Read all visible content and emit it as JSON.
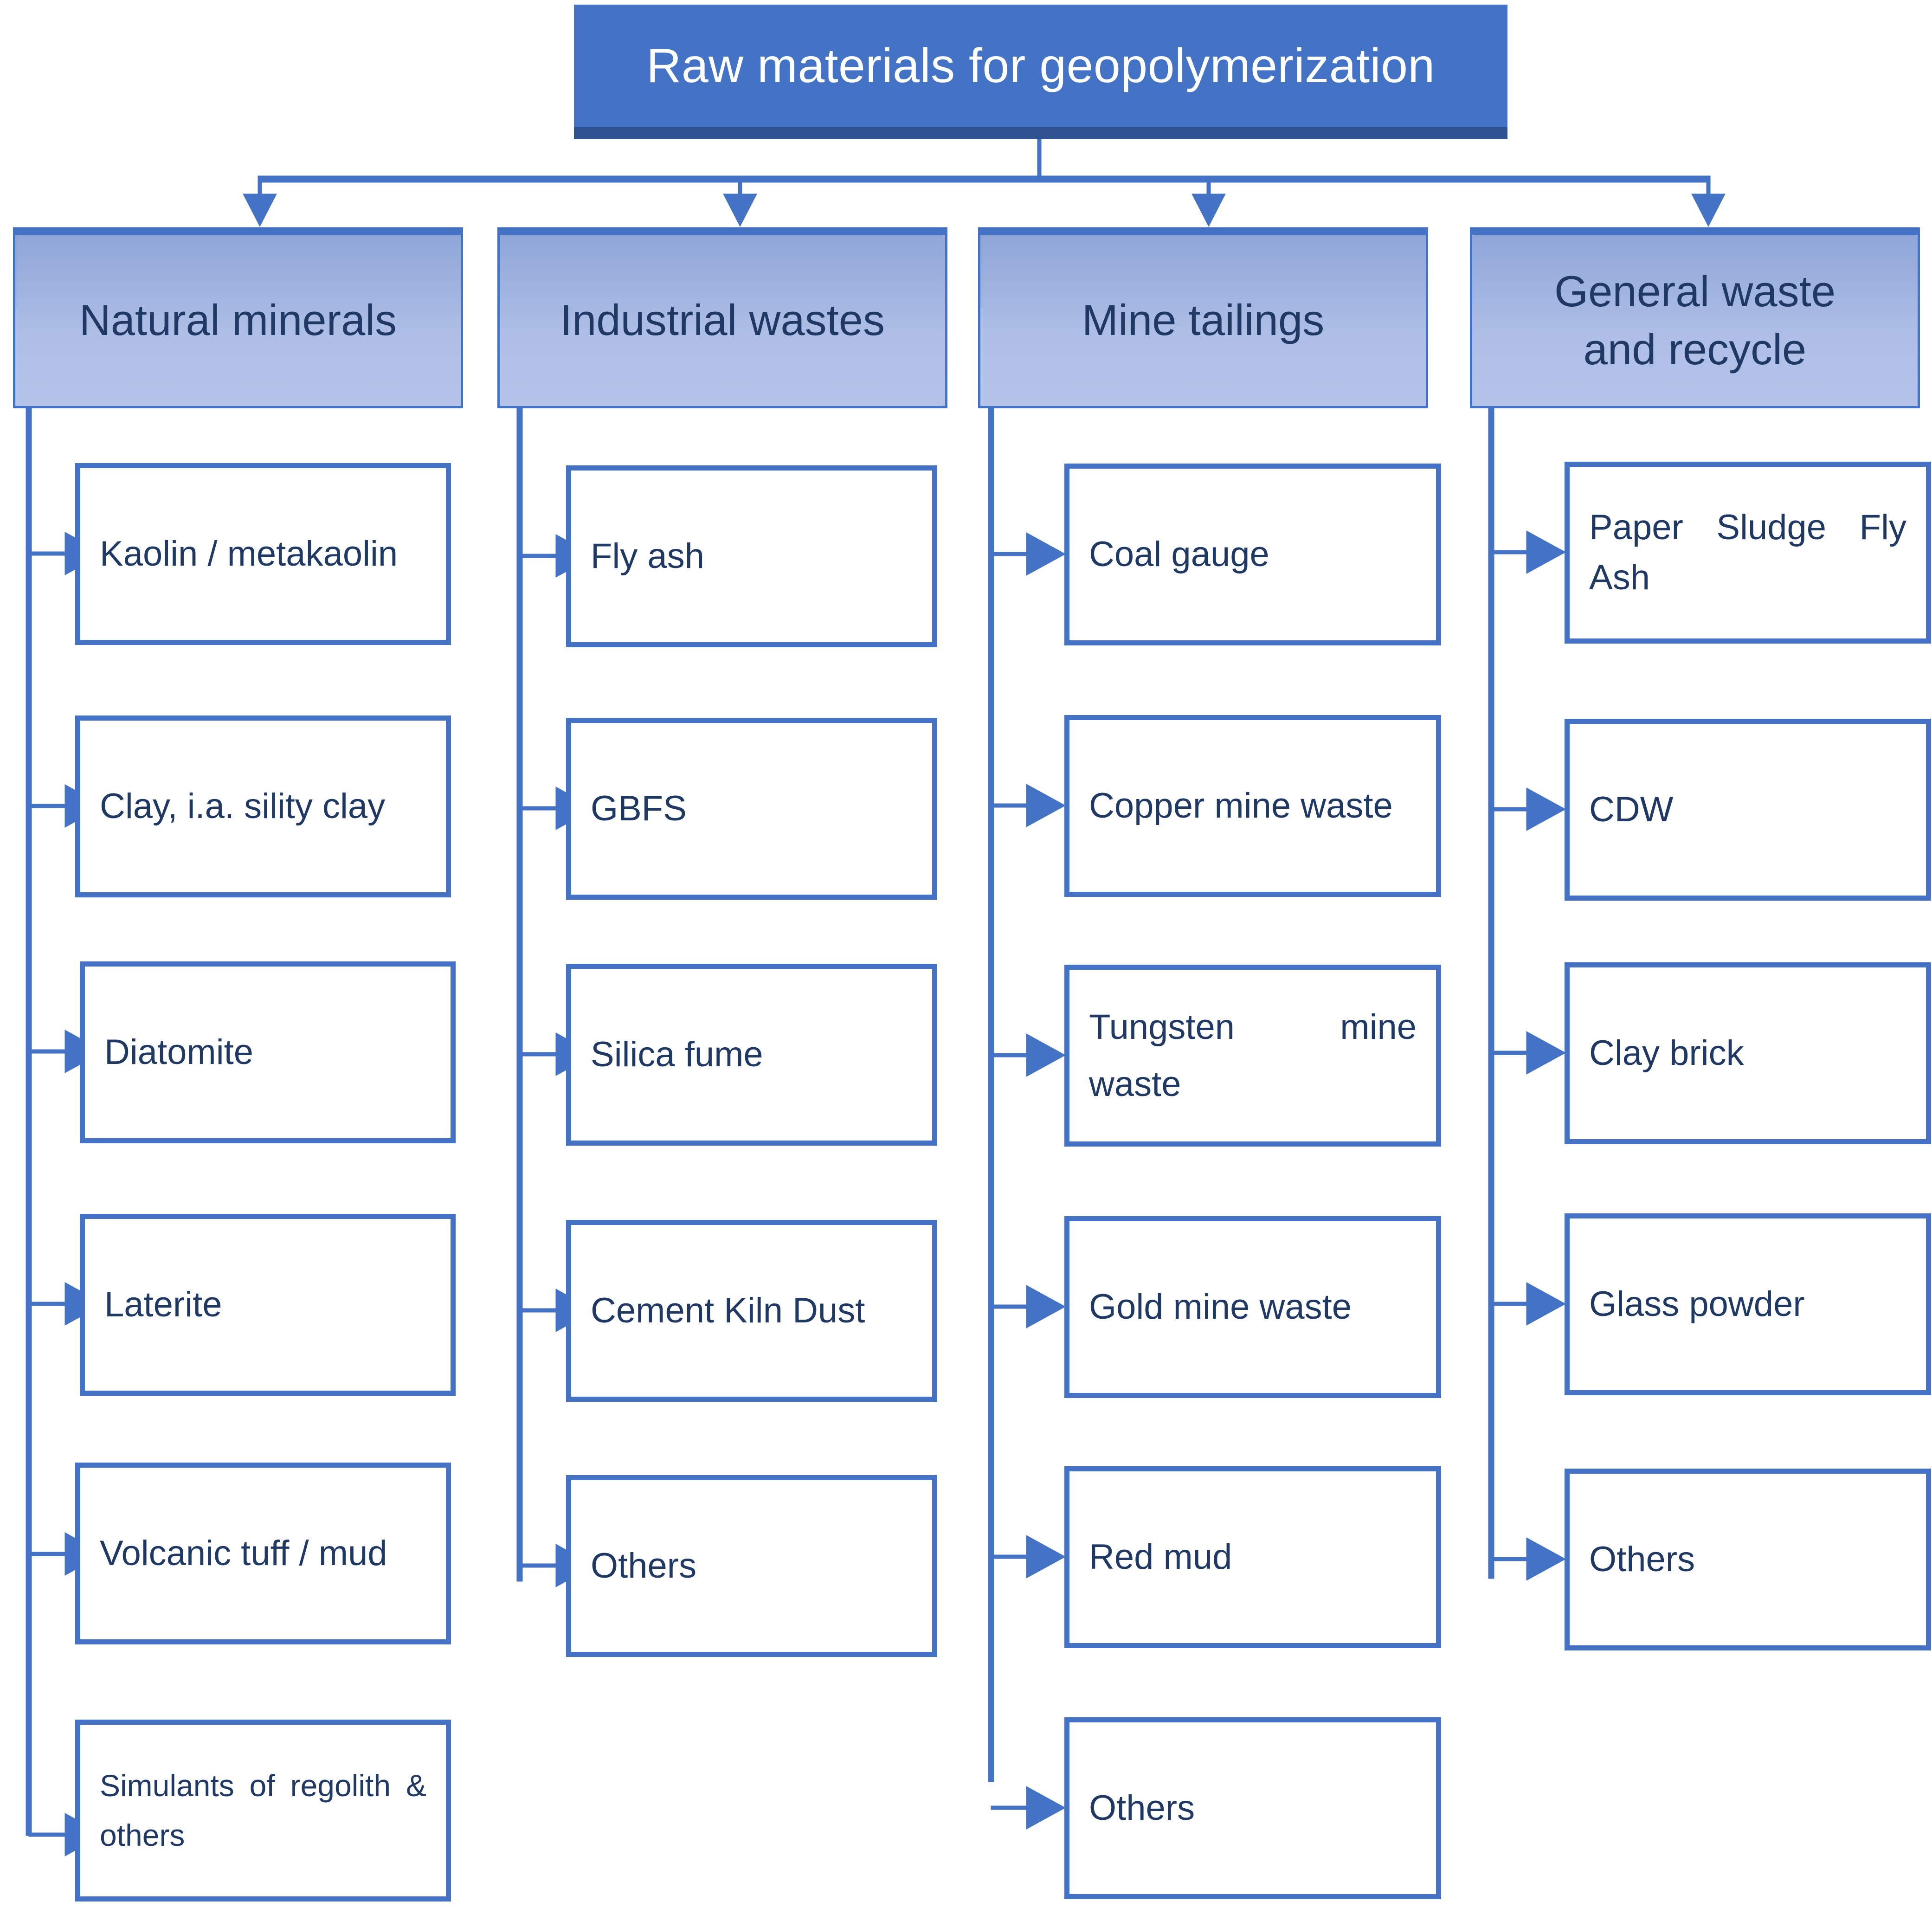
{
  "diagram": {
    "type": "tree",
    "title": "Raw materials for geopolymerization",
    "colors": {
      "root_fill": "#4472C4",
      "root_shadow": "#2E528F",
      "root_text": "#FFFFFF",
      "category_fill_top": "#8FA6D8",
      "category_fill_bottom": "#B4C3E8",
      "box_border": "#4472C4",
      "leaf_fill": "#FFFFFF",
      "text": "#1F3864",
      "connector": "#4472C4"
    },
    "categories": [
      {
        "name": "Natural minerals",
        "items": [
          "Kaolin / metakaolin",
          "Clay, i.a. sility clay",
          "Diatomite",
          "Laterite",
          "Volcanic tuff / mud",
          "Simulants of regolith & others"
        ]
      },
      {
        "name": "Industrial wastes",
        "items": [
          "Fly ash",
          "GBFS",
          "Silica fume",
          "Cement Kiln Dust",
          "Others"
        ]
      },
      {
        "name": "Mine tailings",
        "items": [
          "Coal gauge",
          "Copper mine waste",
          "Tungsten mine waste",
          "Gold mine waste",
          "Red mud",
          "Others"
        ]
      },
      {
        "name": "General waste and recycle",
        "items": [
          "Paper Sludge Fly Ash",
          "CDW",
          "Clay brick",
          "Glass powder",
          "Others"
        ]
      }
    ]
  }
}
